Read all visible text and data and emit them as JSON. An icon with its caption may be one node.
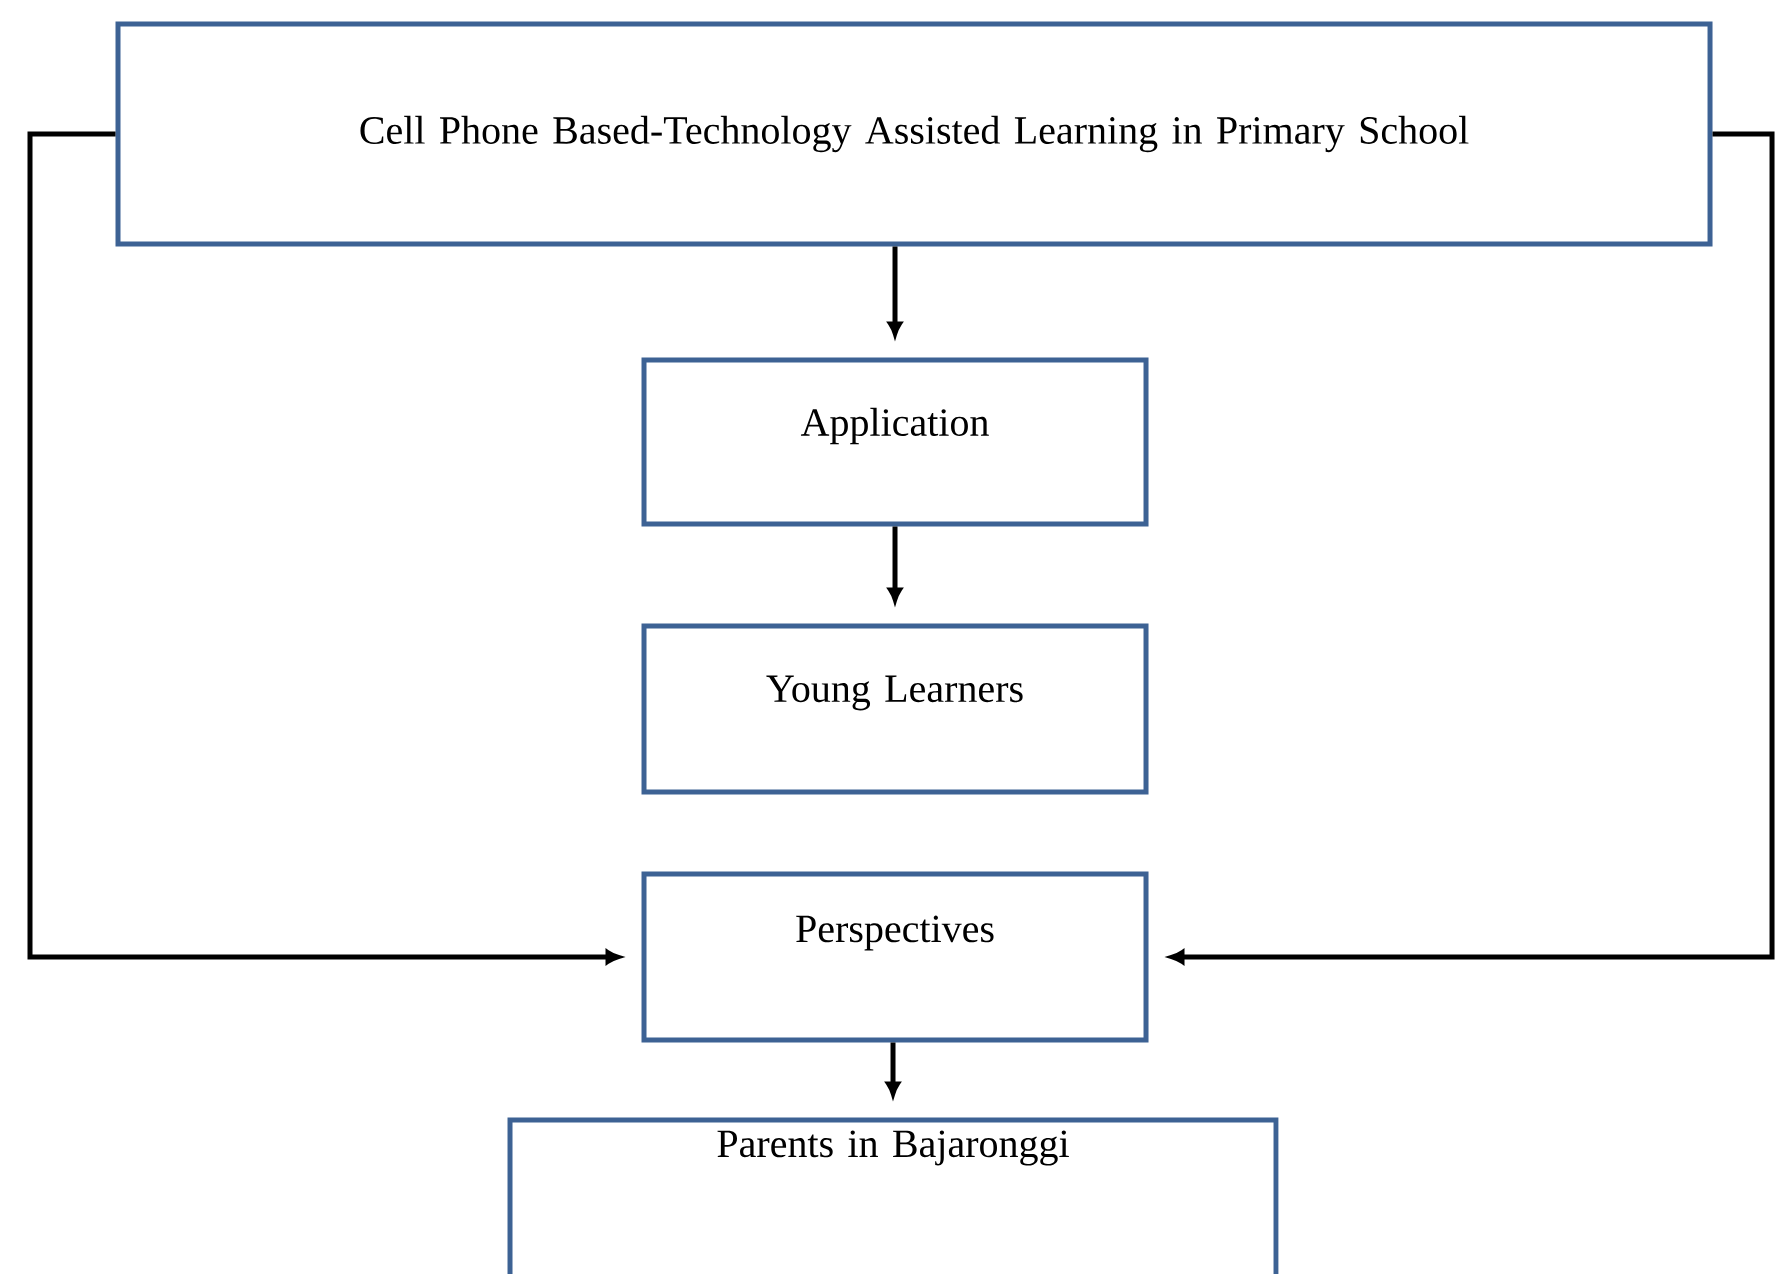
{
  "diagram": {
    "nodes": [
      {
        "text": [
          "Cell Phone Based-Technology Assisted Learning in Primary School"
        ]
      },
      {
        "text": [
          "Application"
        ]
      },
      {
        "text": [
          "Young Learners"
        ]
      },
      {
        "text": [
          "Perspectives"
        ]
      },
      {
        "text": [
          "Parents in Bajaronggi"
        ]
      }
    ],
    "edges": [
      {
        "from": 0,
        "to": 1,
        "arrow": "to"
      },
      {
        "from": 1,
        "to": 2,
        "arrow": "to"
      },
      {
        "from": 0,
        "to": 3,
        "arrow": "to"
      },
      {
        "from": 0,
        "to": 3,
        "arrow": "to"
      },
      {
        "from": 3,
        "to": 4,
        "arrow": "to"
      }
    ]
  }
}
